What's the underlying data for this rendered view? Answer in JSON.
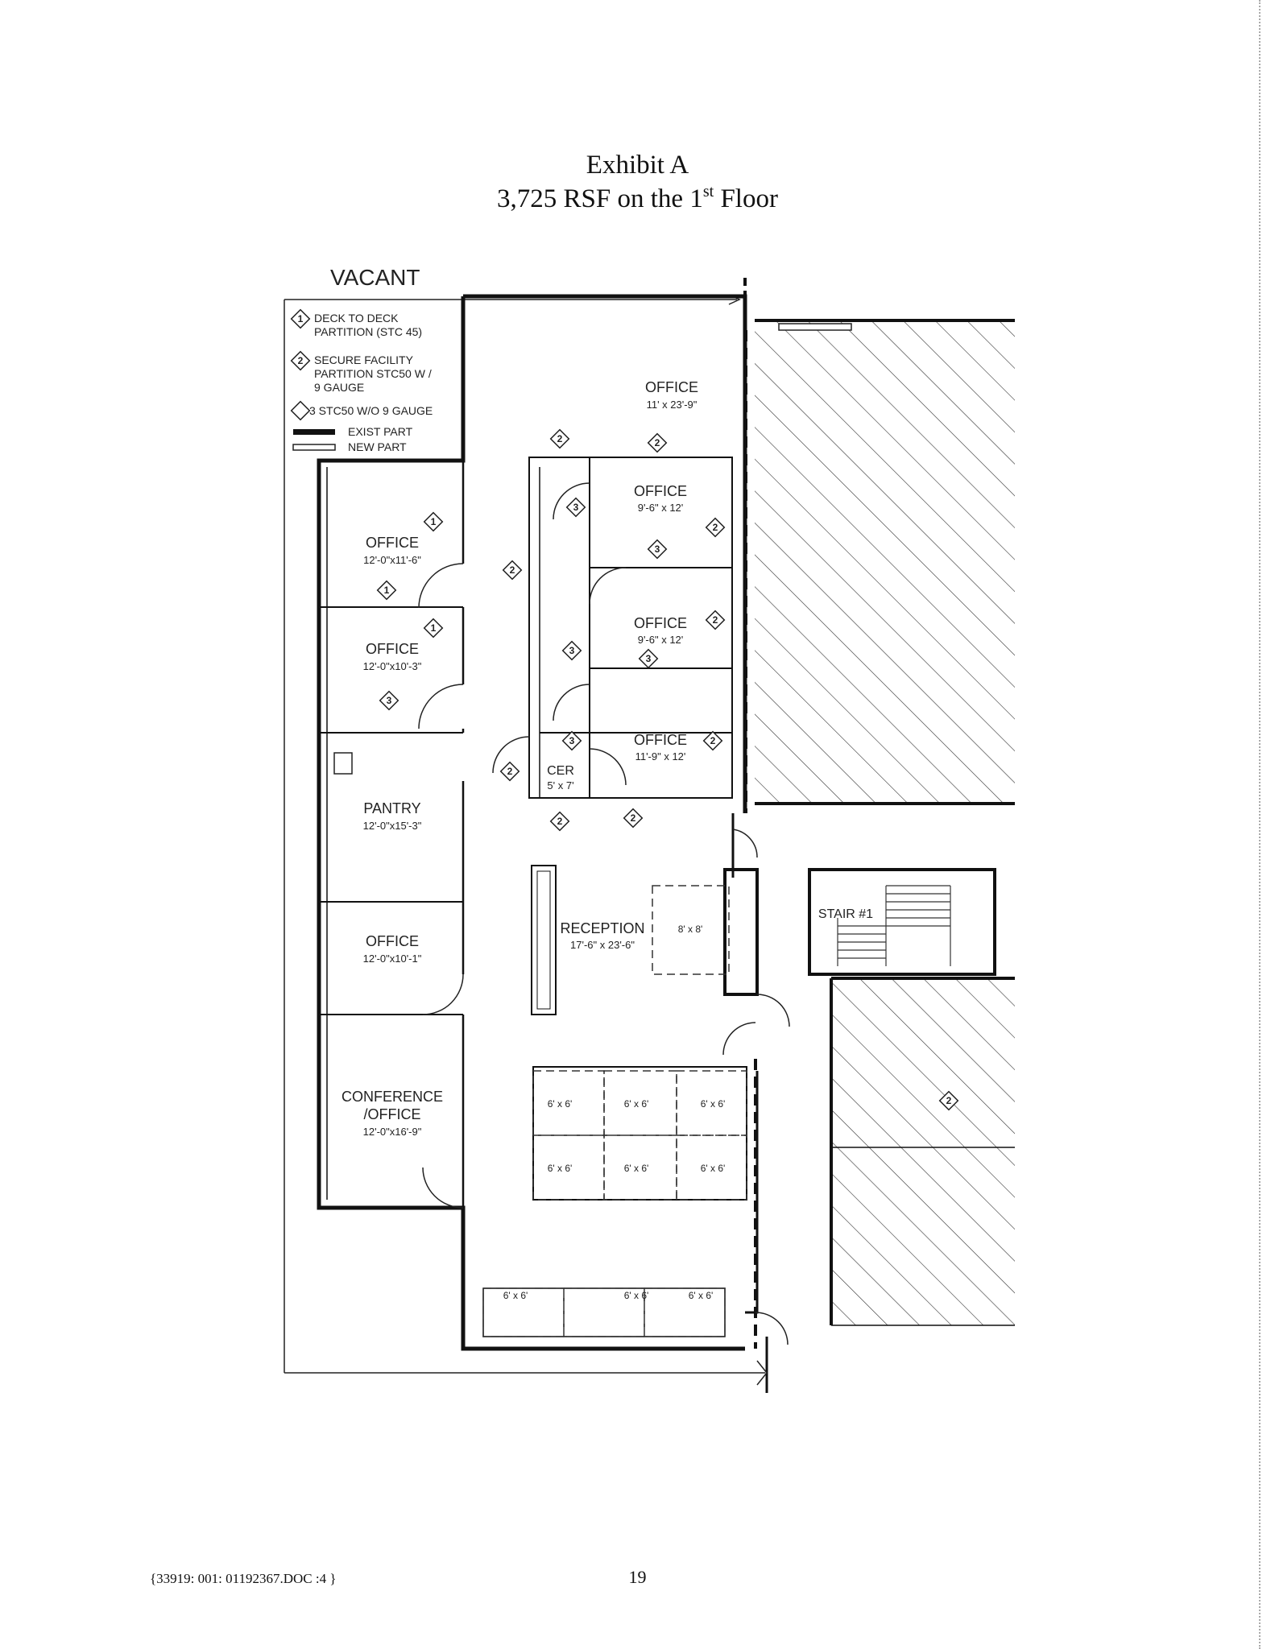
{
  "exhibit": {
    "title": "Exhibit A",
    "subtitle_prefix": "3,725 RSF on the 1",
    "subtitle_sup": "st",
    "subtitle_suffix": " Floor"
  },
  "plan": {
    "vacant_label": "VACANT",
    "legend": {
      "item1_line1": "DECK TO DECK",
      "item1_line2": "PARTITION (STC 45)",
      "item2_line1": "SECURE FACILITY",
      "item2_line2": "PARTITION STC50 W /",
      "item2_line3": "9 GAUGE",
      "item3": "3 STC50 W/O 9 GAUGE",
      "exist_part": "EXIST PART",
      "new_part": "NEW PART"
    },
    "tags": {
      "one": "1",
      "two": "2",
      "three": "3"
    },
    "rooms": {
      "office_top": {
        "name": "OFFICE",
        "dims": "11' x 23'-9\""
      },
      "office_b": {
        "name": "OFFICE",
        "dims": "9'-6\" x 12'"
      },
      "office_c": {
        "name": "OFFICE",
        "dims": "9'-6\" x 12'"
      },
      "office_d": {
        "name": "OFFICE",
        "dims": "11'-9\" x 12'"
      },
      "office_left1": {
        "name": "OFFICE",
        "dims": "12'-0\"x11'-6\""
      },
      "office_left2": {
        "name": "OFFICE",
        "dims": "12'-0\"x10'-3\""
      },
      "pantry": {
        "name": "PANTRY",
        "dims": "12'-0\"x15'-3\""
      },
      "office_left3": {
        "name": "OFFICE",
        "dims": "12'-0\"x10'-1\""
      },
      "conference": {
        "name_line1": "CONFERENCE",
        "name_line2": "/OFFICE",
        "dims": "12'-0\"x16'-9\""
      },
      "cer": {
        "name": "CER",
        "dims": "5' x 7'"
      },
      "reception": {
        "name": "RECEPTION",
        "dims": "17'-6\" x 23'-6\""
      },
      "stair": {
        "name": "STAIR #1"
      }
    },
    "cubicles": {
      "big": "8' x 8'",
      "c1": "6' x 6'",
      "c2": "6' x 6'",
      "c3": "6' x 6'",
      "c4": "6' x 6'",
      "c5": "6' x 6'",
      "c6": "6' x 6'",
      "c7": "6' x 6'",
      "c8": "6' x 6'",
      "c9": "6' x 6'"
    }
  },
  "footer": {
    "doc_ref": "{33919: 001: 01192367.DOC :4 }",
    "page_number": "19"
  }
}
